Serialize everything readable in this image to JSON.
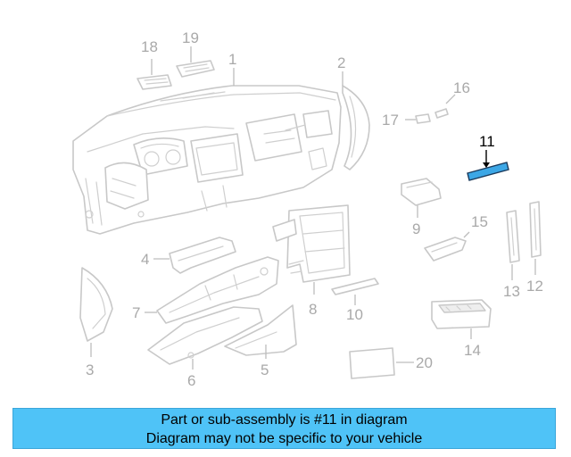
{
  "callouts": [
    {
      "id": "1",
      "label": "1"
    },
    {
      "id": "2",
      "label": "2"
    },
    {
      "id": "3",
      "label": "3"
    },
    {
      "id": "4",
      "label": "4"
    },
    {
      "id": "5",
      "label": "5"
    },
    {
      "id": "6",
      "label": "6"
    },
    {
      "id": "7",
      "label": "7"
    },
    {
      "id": "8",
      "label": "8"
    },
    {
      "id": "9",
      "label": "9"
    },
    {
      "id": "10",
      "label": "10"
    },
    {
      "id": "11",
      "label": "11"
    },
    {
      "id": "12",
      "label": "12"
    },
    {
      "id": "13",
      "label": "13"
    },
    {
      "id": "14",
      "label": "14"
    },
    {
      "id": "15",
      "label": "15"
    },
    {
      "id": "16",
      "label": "16"
    },
    {
      "id": "17",
      "label": "17"
    },
    {
      "id": "18",
      "label": "18"
    },
    {
      "id": "19",
      "label": "19"
    },
    {
      "id": "20",
      "label": "20"
    }
  ],
  "highlighted_part": "11",
  "colors": {
    "highlight_part": "#3ca7e6",
    "banner_background": "#4fc3f7",
    "line_art": "#c8c8c8",
    "callout_text": "#a9a9a9"
  },
  "banner": {
    "line1": "Part or sub-assembly is #11 in diagram",
    "line2": "Diagram may not be specific to your vehicle"
  }
}
